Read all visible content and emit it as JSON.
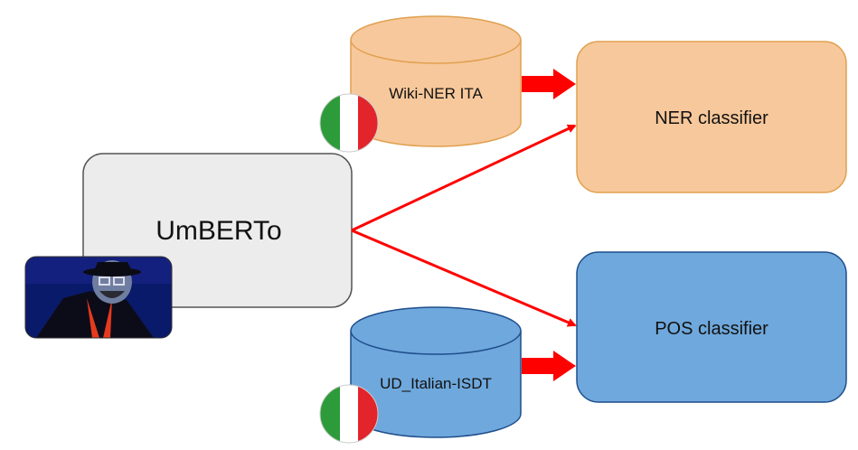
{
  "diagram": {
    "model": {
      "label": "UmBERTo",
      "fill": "#ececec",
      "stroke": "#555555"
    },
    "datasets": [
      {
        "id": "ner_data",
        "label": "Wiki-NER ITA",
        "fill": "#f7c89b",
        "stroke": "#e0a050",
        "flag": "italy-flag-icon"
      },
      {
        "id": "pos_data",
        "label": "UD_Italian-ISDT",
        "fill": "#6fa8dc",
        "stroke": "#1f4e8c",
        "flag": "italy-flag-icon"
      }
    ],
    "classifiers": [
      {
        "id": "ner",
        "label": "NER classifier",
        "fill": "#f7c89b",
        "stroke": "#e0a050"
      },
      {
        "id": "pos",
        "label": "POS classifier",
        "fill": "#6fa8dc",
        "stroke": "#1f4e8c"
      }
    ],
    "arrow_color": "#ff0000",
    "flag_colors": [
      "#2e9b3a",
      "#ffffff",
      "#e3242b"
    ],
    "portrait": "portrait-image"
  }
}
